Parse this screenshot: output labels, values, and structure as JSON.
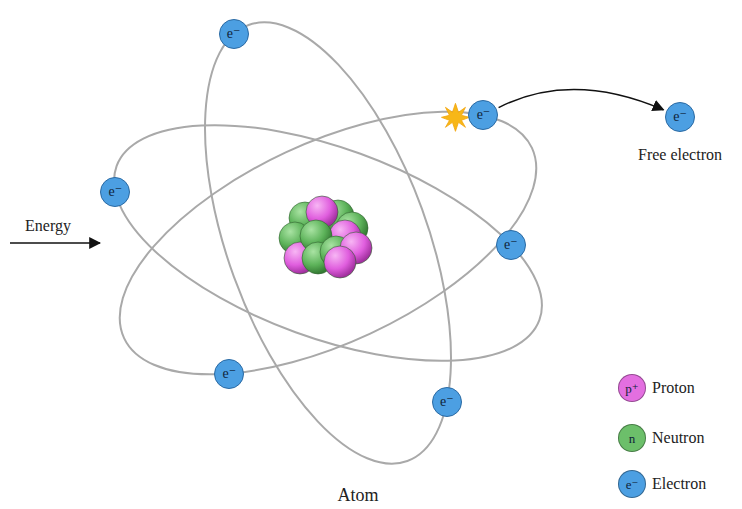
{
  "diagram": {
    "nodes": [
      {
        "text": [
          "e⁻"
        ]
      },
      {
        "text": [
          "e⁻"
        ]
      },
      {
        "text": [
          "e⁻"
        ]
      },
      {
        "text": [
          "e⁻"
        ]
      },
      {
        "text": [
          "e⁻"
        ]
      },
      {
        "text": [
          "e⁻"
        ]
      },
      {
        "text": [
          "e⁻"
        ]
      }
    ],
    "edges": [
      {
        "from": 1,
        "to": 2,
        "arrow": "to"
      }
    ],
    "labels": [
      "Energy",
      "Free electron",
      "Atom",
      "p⁺",
      "n",
      "e⁻"
    ],
    "legend": [
      {
        "text": "Proton",
        "color": "#e36fe0"
      },
      {
        "text": "Neutron",
        "color": "#6cbf6a"
      },
      {
        "text": "Electron",
        "color": "#4c9fe2"
      }
    ]
  }
}
